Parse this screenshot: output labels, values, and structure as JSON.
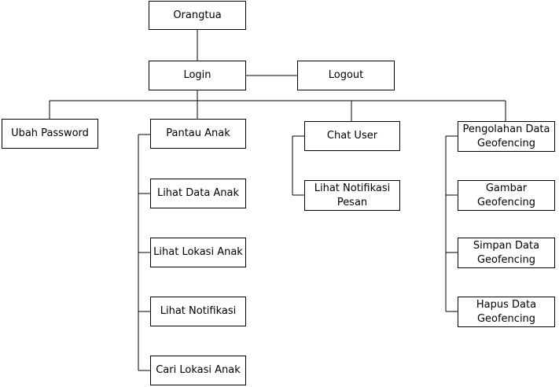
{
  "nodes": {
    "orangtua": "Orangtua",
    "login": "Login",
    "logout": "Logout",
    "ubah_password": "Ubah Password",
    "pantau_anak": "Pantau  Anak",
    "lihat_data_anak": "Lihat Data Anak",
    "lihat_lokasi_anak": "Lihat Lokasi Anak",
    "lihat_notifikasi": "Lihat Notifikasi",
    "cari_lokasi_anak": "Cari Lokasi Anak",
    "chat_user": "Chat User",
    "lihat_notifikasi_pesan": "Lihat Notifikasi\nPesan",
    "pengolahan_data_geofencing": "Pengolahan Data\nGeofencing",
    "gambar_geofencing": "Gambar\nGeofencing",
    "simpan_data_geofencing": "Simpan Data\nGeofencing",
    "hapus_data_geofencing": "Hapus Data\nGeofencing"
  }
}
